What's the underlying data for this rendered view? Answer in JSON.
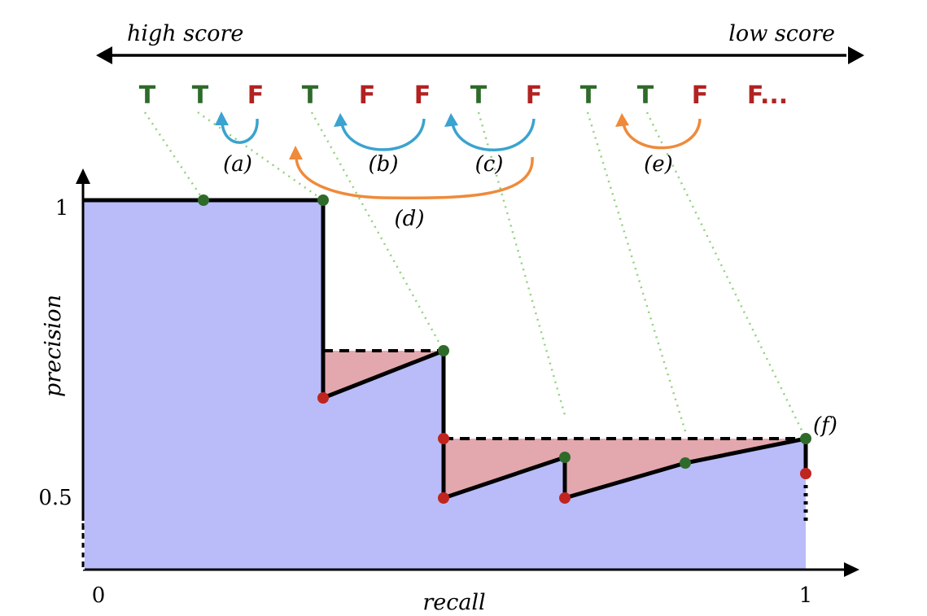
{
  "score_axis": {
    "high_label": "high score",
    "low_label": "low score"
  },
  "sequence": [
    {
      "label": "T",
      "kind": "T"
    },
    {
      "label": "T",
      "kind": "T"
    },
    {
      "label": "F",
      "kind": "F"
    },
    {
      "label": "T",
      "kind": "T"
    },
    {
      "label": "F",
      "kind": "F"
    },
    {
      "label": "F",
      "kind": "F"
    },
    {
      "label": "T",
      "kind": "T"
    },
    {
      "label": "F",
      "kind": "F"
    },
    {
      "label": "T",
      "kind": "T"
    },
    {
      "label": "T",
      "kind": "T"
    },
    {
      "label": "F",
      "kind": "F"
    },
    {
      "label": "F...",
      "kind": "F"
    }
  ],
  "swap_labels": {
    "a": "(a)",
    "b": "(b)",
    "c": "(c)",
    "d": "(d)",
    "e": "(e)",
    "f": "(f)"
  },
  "axes": {
    "x_label": "recall",
    "y_label": "precision",
    "x_ticks": [
      "0",
      "1"
    ],
    "y_ticks": [
      "1",
      "0.5"
    ]
  },
  "colors": {
    "true_label": "#2e6b2a",
    "false_label": "#b22222",
    "area_fill": "#b9bcf9",
    "gap_fill": "#e3a7ae",
    "blue_arrow": "#3aa3cf",
    "orange_arrow": "#ef8a3a",
    "guide_line": "#8fd17d",
    "true_point": "#2e6b2a",
    "false_point": "#c0241e"
  }
}
